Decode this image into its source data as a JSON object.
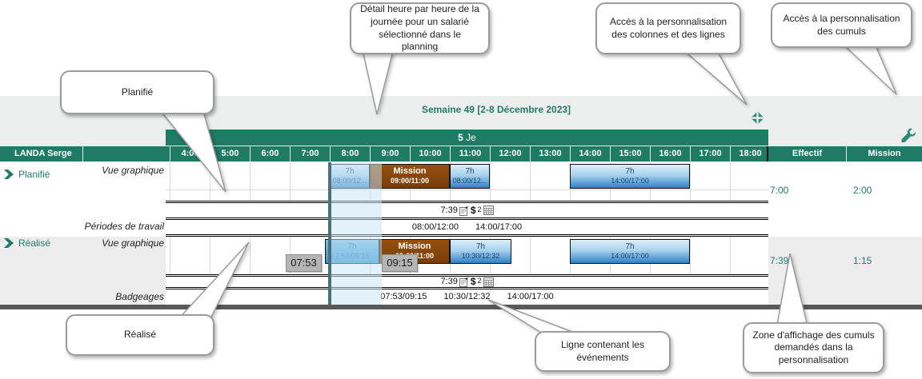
{
  "week": {
    "title": "Semaine 49 [2-8 Décembre 2023]",
    "day_num": "5",
    "day_abbr": "Je"
  },
  "employee": {
    "name": "LANDA Serge"
  },
  "hours": [
    "4:00",
    "5:00",
    "6:00",
    "7:00",
    "8:00",
    "9:00",
    "10:00",
    "11:00",
    "12:00",
    "13:00",
    "14:00",
    "15:00",
    "16:00",
    "17:00",
    "18:00"
  ],
  "sections": {
    "planned": {
      "label": "Planifié",
      "view_label": "Vue graphique",
      "periods_label": "Périodes de travail",
      "blocks": [
        {
          "title": "7h",
          "time": "08:00/12..."
        },
        {
          "title": "Mission",
          "time": "09:00/11:00"
        },
        {
          "title": "7h",
          "time": "08:00/12..."
        },
        {
          "title": "7h",
          "time": "14:00/17:00"
        }
      ],
      "events": {
        "total": "7:39",
        "dollar": "$",
        "count": "2"
      },
      "periods": [
        "08:00/12:00",
        "14:00/17:00"
      ]
    },
    "realized": {
      "label": "Réalisé",
      "view_label": "Vue graphique",
      "badgings_label": "Badgeages",
      "blocks": [
        {
          "title": "7h",
          "time": "7:53/09:15"
        },
        {
          "title": "Mission",
          "time": "09:00/11:00"
        },
        {
          "title": "7h",
          "time": "10:30/12:32"
        },
        {
          "title": "7h",
          "time": "14:00/17:00"
        }
      ],
      "badges": [
        "07:53",
        "09:15"
      ],
      "events": {
        "total": "7:39",
        "dollar": "$",
        "count": "2"
      },
      "badgings": [
        "07:53/09:15",
        "10:30/12:32",
        "14:00/17:00"
      ]
    }
  },
  "cumuls": {
    "headers": [
      "Effectif",
      "Mission"
    ],
    "planned_values": [
      "7:00",
      "2:00"
    ],
    "realized_values": [
      "7:39",
      "1:15"
    ]
  },
  "callouts": {
    "planifie": "Planifié",
    "detail": "Détail heure par heure de la journée pour un salarié sélectionné dans le planning",
    "colonnes": "Accès à la personnalisation des colonnes et des lignes",
    "cumuls": "Accès à la personnalisation des cumuls",
    "realise": "Réalisé",
    "ligne": "Ligne contenant les événements",
    "zone": "Zone d'affichage des cumuls demandés dans la personnalisation"
  },
  "colors": {
    "teal": "#1F7A66",
    "mission_brown": "#86450B",
    "shift_blue": "#2E80C2"
  }
}
